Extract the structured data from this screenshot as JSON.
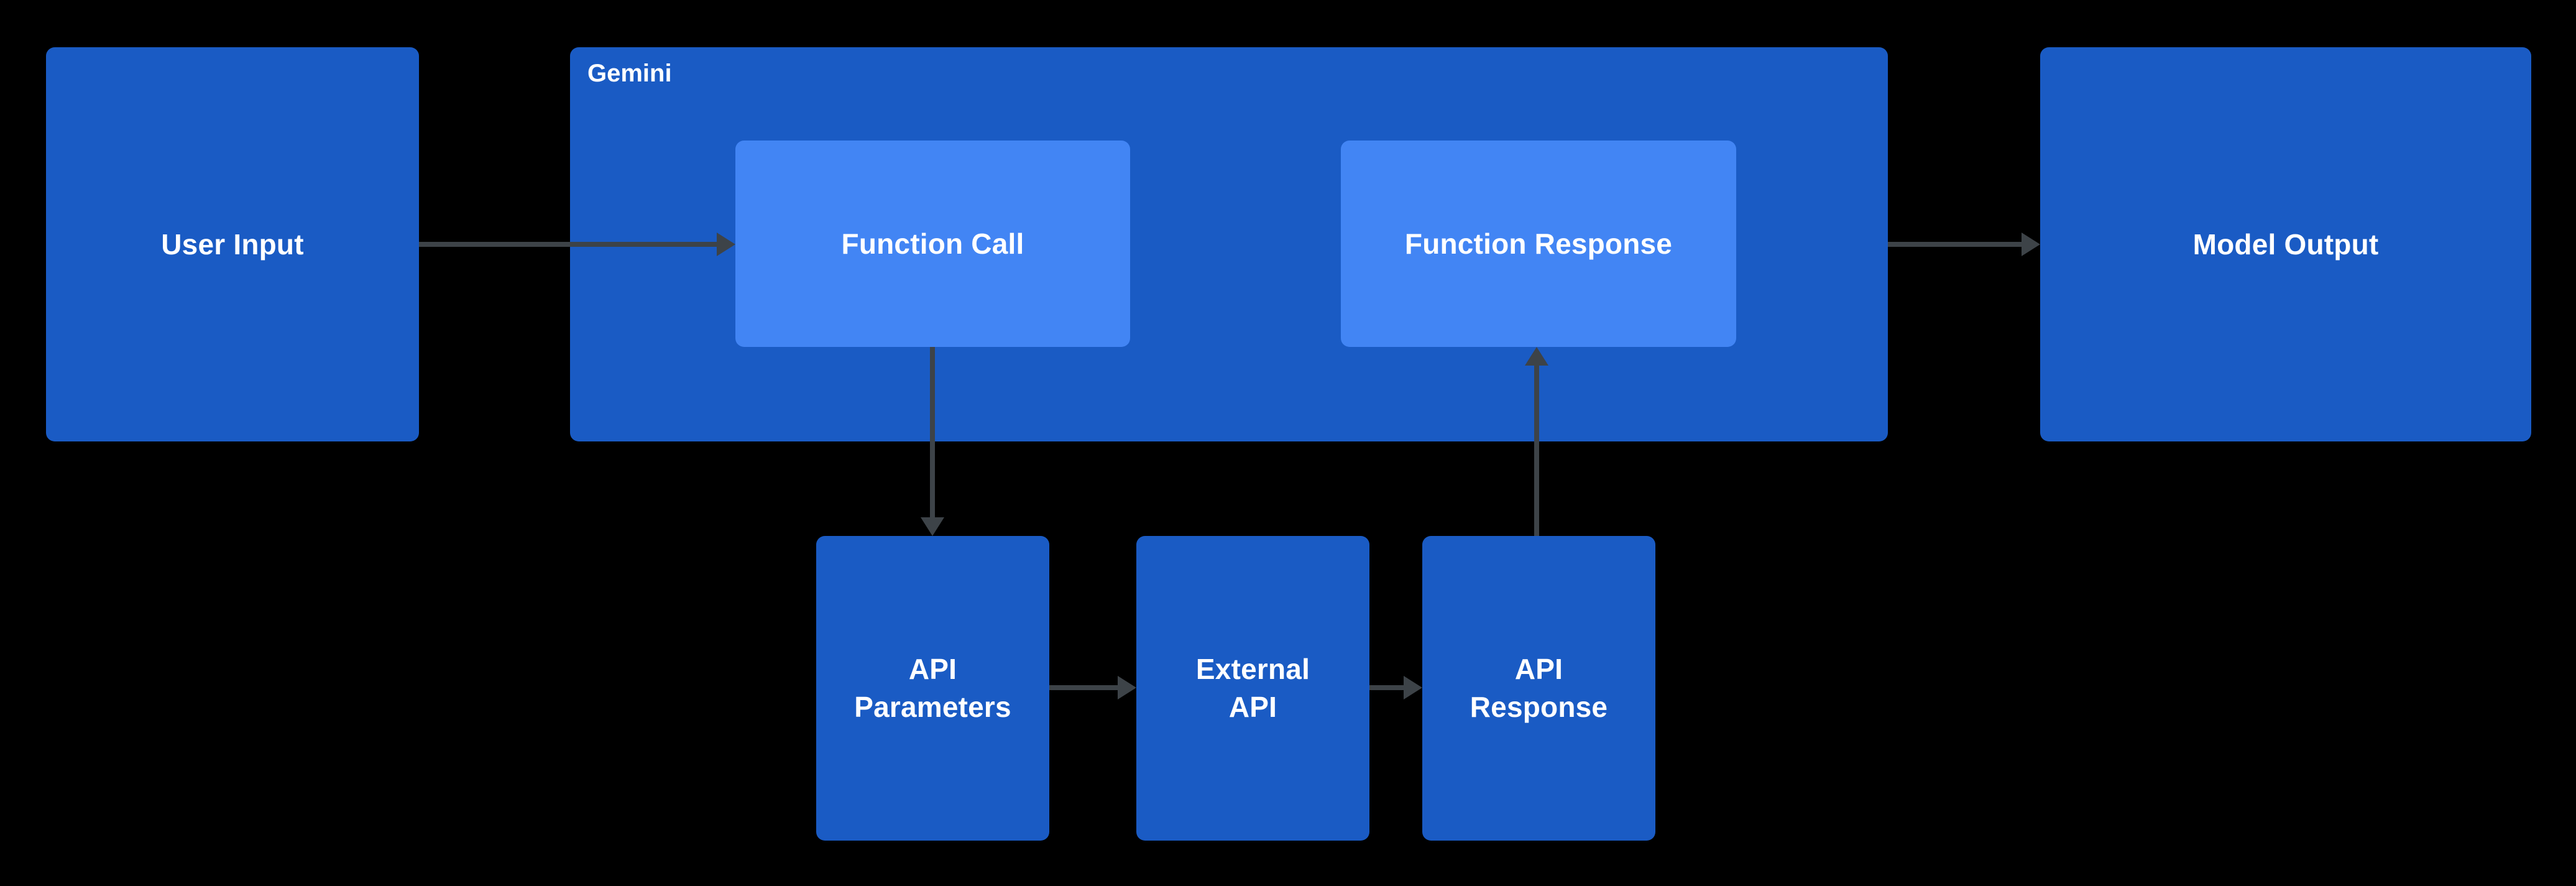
{
  "diagram": {
    "background_color": "#000000",
    "node_fill_primary": "#1a5bc4",
    "node_fill_secondary": "#4285f4",
    "edge_color": "#3d4348",
    "text_color": "#ffffff",
    "group": {
      "label": "Gemini",
      "fill": "#1a5bc4"
    },
    "nodes": [
      {
        "id": "user-input",
        "label": "User Input",
        "fill": "#1a5bc4"
      },
      {
        "id": "function-call",
        "label": "Function Call",
        "fill": "#4285f4"
      },
      {
        "id": "function-response",
        "label": "Function Response",
        "fill": "#4285f4"
      },
      {
        "id": "model-output",
        "label": "Model Output",
        "fill": "#1a5bc4"
      },
      {
        "id": "api-parameters",
        "label": "API\nParameters",
        "fill": "#1a5bc4"
      },
      {
        "id": "external-api",
        "label": "External\nAPI",
        "fill": "#1a5bc4"
      },
      {
        "id": "api-response",
        "label": "API\nResponse",
        "fill": "#1a5bc4"
      }
    ],
    "edges": [
      {
        "id": "edge-user-input-to-function-call",
        "from": "user-input",
        "to": "function-call",
        "direction": "right"
      },
      {
        "id": "edge-function-response-to-model-output",
        "from": "function-response",
        "to": "model-output",
        "direction": "right"
      },
      {
        "id": "edge-function-call-to-api-parameters",
        "from": "function-call",
        "to": "api-parameters",
        "direction": "down"
      },
      {
        "id": "edge-api-parameters-to-external-api",
        "from": "api-parameters",
        "to": "external-api",
        "direction": "right"
      },
      {
        "id": "edge-external-api-to-api-response",
        "from": "external-api",
        "to": "api-response",
        "direction": "right"
      },
      {
        "id": "edge-api-response-to-function-response",
        "from": "api-response",
        "to": "function-response",
        "direction": "up"
      }
    ]
  }
}
